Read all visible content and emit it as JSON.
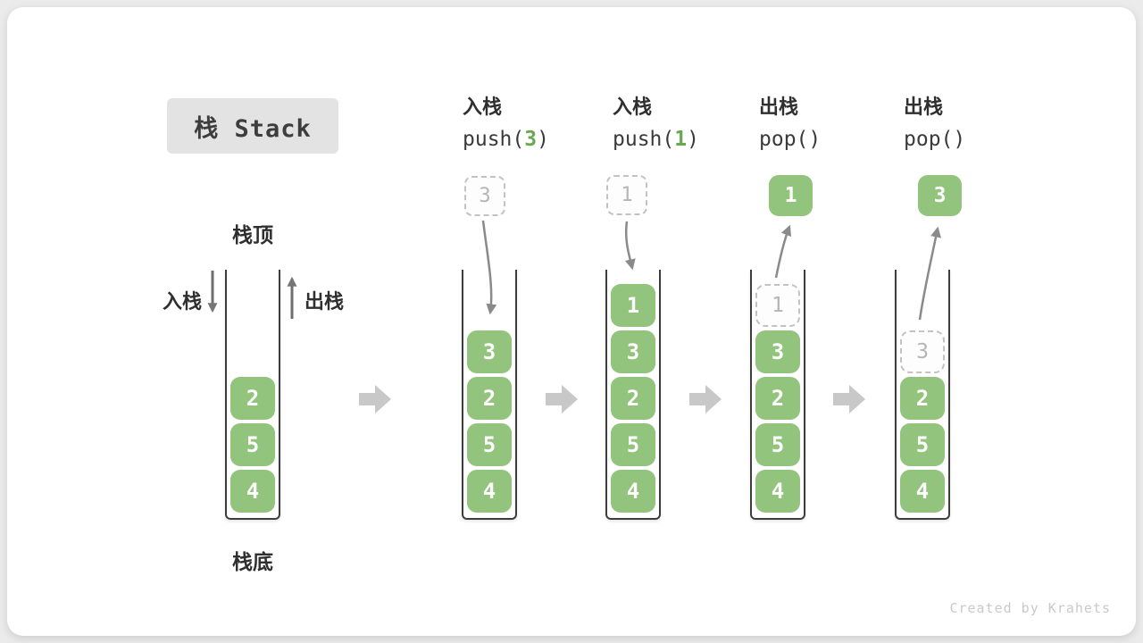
{
  "title": "栈 Stack",
  "legend": {
    "stack_top": "栈顶",
    "stack_bottom": "栈底",
    "push_side": "入栈",
    "pop_side": "出栈"
  },
  "columns": [
    {
      "name": "initial",
      "stack": [
        "2",
        "5",
        "4"
      ]
    },
    {
      "name": "push-3",
      "op_label": "入栈",
      "fn": "push(",
      "arg": "3",
      "close": ")",
      "floating": "3",
      "stack": [
        "3",
        "2",
        "5",
        "4"
      ]
    },
    {
      "name": "push-1",
      "op_label": "入栈",
      "fn": "push(",
      "arg": "1",
      "close": ")",
      "floating": "1",
      "stack": [
        "1",
        "3",
        "2",
        "5",
        "4"
      ]
    },
    {
      "name": "pop-1",
      "op_label": "出栈",
      "fn": "pop(",
      "arg": "",
      "close": ")",
      "floating": "1",
      "ghost": "1",
      "stack": [
        "3",
        "2",
        "5",
        "4"
      ]
    },
    {
      "name": "pop-3",
      "op_label": "出栈",
      "fn": "pop(",
      "arg": "",
      "close": ")",
      "floating": "3",
      "ghost": "3",
      "stack": [
        "2",
        "5",
        "4"
      ]
    }
  ],
  "watermark": "Created by Krahets",
  "colors": {
    "box_green": "#93c47d",
    "arg_green": "#6aa84f",
    "title_bg": "#e3e3e3",
    "container_stroke": "#3d3d3d",
    "curve_arrow_gray": "#8a8a8a",
    "flow_arrow_gray": "#c8c8c8",
    "ghost_gray": "#b5b5b5"
  }
}
